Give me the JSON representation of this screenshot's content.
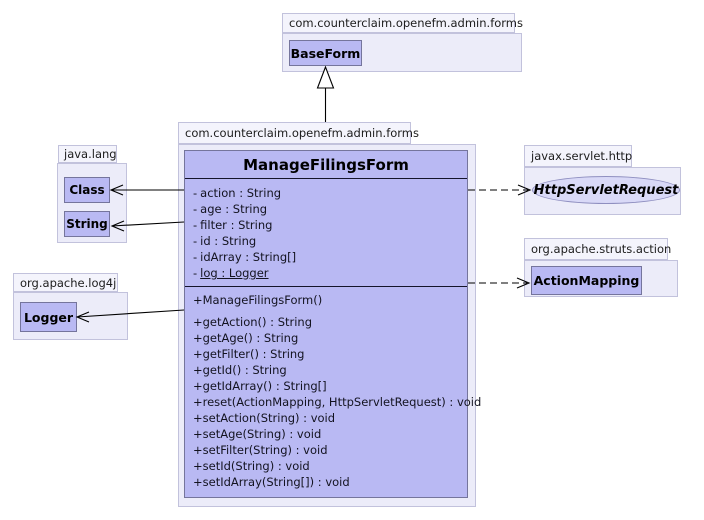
{
  "packages": {
    "forms_top": {
      "name": "com.counterclaim.openefm.admin.forms",
      "class_name": "BaseForm"
    },
    "forms_main": {
      "name": "com.counterclaim.openefm.admin.forms",
      "class_name": "ManageFilingsForm",
      "fields": [
        {
          "prefix": "-",
          "label": "action : String",
          "static": false
        },
        {
          "prefix": "-",
          "label": "age : String",
          "static": false
        },
        {
          "prefix": "-",
          "label": "filter : String",
          "static": false
        },
        {
          "prefix": "-",
          "label": "id : String",
          "static": false
        },
        {
          "prefix": "-",
          "label": "idArray : String[]",
          "static": false
        },
        {
          "prefix": "-",
          "label": "log : Logger",
          "static": true
        }
      ],
      "constructor": "+ManageFilingsForm()",
      "methods": [
        "+getAction() : String",
        "+getAge() : String",
        "+getFilter() : String",
        "+getId() : String",
        "+getIdArray() : String[]",
        "+reset(ActionMapping, HttpServletRequest) : void",
        "+setAction(String) : void",
        "+setAge(String) : void",
        "+setFilter(String) : void",
        "+setId(String) : void",
        "+setIdArray(String[]) : void"
      ]
    },
    "java_lang": {
      "name": "java.lang",
      "classes": [
        "Class",
        "String"
      ]
    },
    "log4j": {
      "name": "org.apache.log4j",
      "classes": [
        "Logger"
      ]
    },
    "servlet": {
      "name": "javax.servlet.http",
      "interface_name": "HttpServletRequest"
    },
    "struts": {
      "name": "org.apache.struts.action",
      "classes": [
        "ActionMapping"
      ]
    }
  },
  "relations": [
    {
      "type": "generalization",
      "from": "ManageFilingsForm",
      "to": "BaseForm"
    },
    {
      "type": "association",
      "from": "ManageFilingsForm",
      "to": "Class"
    },
    {
      "type": "association",
      "from": "ManageFilingsForm",
      "to": "String"
    },
    {
      "type": "association",
      "from": "ManageFilingsForm",
      "to": "Logger"
    },
    {
      "type": "dependency",
      "from": "ManageFilingsForm",
      "to": "HttpServletRequest"
    },
    {
      "type": "dependency",
      "from": "ManageFilingsForm",
      "to": "ActionMapping"
    }
  ],
  "colors": {
    "background": "#ffffff",
    "class_fill": "#b9b9f3",
    "class_border": "#75759c",
    "package_fill": "#ececf9",
    "package_tab_fill": "#f4f4fc",
    "package_border": "#c2c2dc",
    "interface_fill": "#d9d9f7",
    "line": "#000000"
  }
}
